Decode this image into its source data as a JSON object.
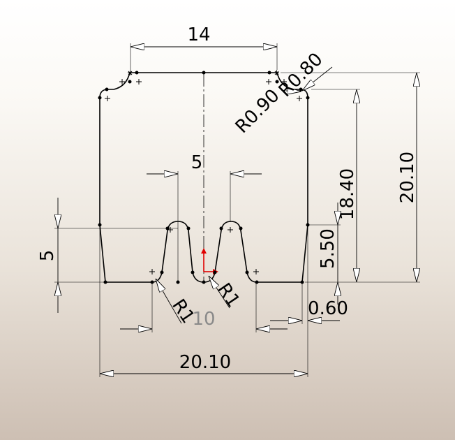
{
  "dimensions": {
    "top_width": "14",
    "fillet_a": "R0.90",
    "fillet_b": "R0.80",
    "slot_spacing": "5",
    "overall_height": "20.10",
    "inner_height": "18.40",
    "slot_depth_right": "5.50",
    "slot_depth_left": "5",
    "fillet_left": "R1",
    "fillet_right": "R1",
    "reference_width": "10",
    "base_offset": "0.60",
    "base_width": "20.10"
  },
  "colors": {
    "line": "#000000",
    "reference_text": "#8a8a8a",
    "origin_arrow": "#e00000"
  }
}
